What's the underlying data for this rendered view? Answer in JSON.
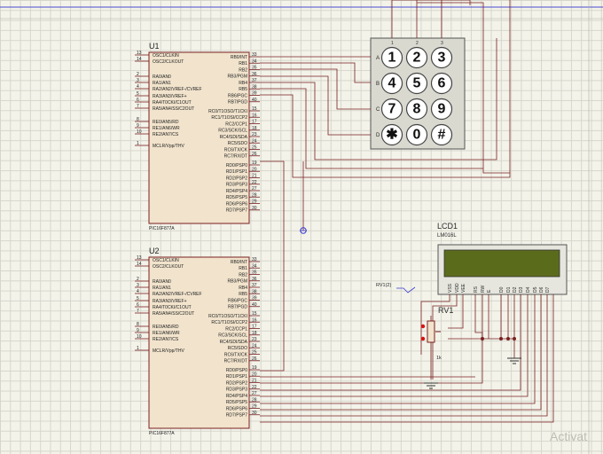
{
  "u1": {
    "ref": "U1",
    "part": "PIC16F877A",
    "left_pins": [
      {
        "num": "13",
        "name": "OSC1/CLKIN"
      },
      {
        "num": "14",
        "name": "OSC2/CLKOUT"
      },
      {
        "num": "2",
        "name": "RA0/AN0"
      },
      {
        "num": "3",
        "name": "RA1/AN1"
      },
      {
        "num": "4",
        "name": "RA2/AN2/VREF-/CVREF"
      },
      {
        "num": "5",
        "name": "RA3/AN3/VREF+"
      },
      {
        "num": "6",
        "name": "RA4/T0CKI/C1OUT"
      },
      {
        "num": "7",
        "name": "RA5/AN4/SS/C2OUT"
      },
      {
        "num": "8",
        "name": "RE0/AN5/RD"
      },
      {
        "num": "9",
        "name": "RE1/AN6/WR"
      },
      {
        "num": "10",
        "name": "RE2/AN7/CS"
      },
      {
        "num": "1",
        "name": "MCLR/Vpp/THV"
      }
    ],
    "right_pins": [
      {
        "num": "33",
        "name": "RB0/INT"
      },
      {
        "num": "34",
        "name": "RB1"
      },
      {
        "num": "35",
        "name": "RB2"
      },
      {
        "num": "36",
        "name": "RB3/PGM"
      },
      {
        "num": "37",
        "name": "RB4"
      },
      {
        "num": "38",
        "name": "RB5"
      },
      {
        "num": "39",
        "name": "RB6/PGC"
      },
      {
        "num": "40",
        "name": "RB7/PGD"
      },
      {
        "num": "15",
        "name": "RC0/T1OSO/T1CKI"
      },
      {
        "num": "16",
        "name": "RC1/T1OSI/CCP2"
      },
      {
        "num": "17",
        "name": "RC2/CCP1"
      },
      {
        "num": "18",
        "name": "RC3/SCK/SCL"
      },
      {
        "num": "23",
        "name": "RC4/SDI/SDA"
      },
      {
        "num": "24",
        "name": "RC5/SDO"
      },
      {
        "num": "25",
        "name": "RC6/TX/CK"
      },
      {
        "num": "26",
        "name": "RC7/RX/DT"
      },
      {
        "num": "19",
        "name": "RD0/PSP0"
      },
      {
        "num": "20",
        "name": "RD1/PSP1"
      },
      {
        "num": "21",
        "name": "RD2/PSP2"
      },
      {
        "num": "22",
        "name": "RD3/PSP3"
      },
      {
        "num": "27",
        "name": "RD4/PSP4"
      },
      {
        "num": "28",
        "name": "RD5/PSP5"
      },
      {
        "num": "29",
        "name": "RD6/PSP6"
      },
      {
        "num": "30",
        "name": "RD7/PSP7"
      }
    ]
  },
  "u2": {
    "ref": "U2",
    "part": "PIC16F877A"
  },
  "keypad": {
    "rows": [
      "A",
      "B",
      "C",
      "D"
    ],
    "cols": [
      "1",
      "2",
      "3"
    ],
    "keys": [
      "1",
      "2",
      "3",
      "4",
      "5",
      "6",
      "7",
      "8",
      "9",
      "✱",
      "0",
      "#"
    ]
  },
  "lcd": {
    "ref": "LCD1",
    "part": "LM016L",
    "screen_color": "#5b6b1c",
    "pins": [
      "VSS",
      "VDD",
      "VEE",
      "RS",
      "RW",
      "E",
      "D0",
      "D1",
      "D2",
      "D3",
      "D4",
      "D5",
      "D6",
      "D7"
    ]
  },
  "pot": {
    "ref": "RV1",
    "probe": "RV1(2)",
    "value": "1k"
  },
  "watermark": "Activat"
}
